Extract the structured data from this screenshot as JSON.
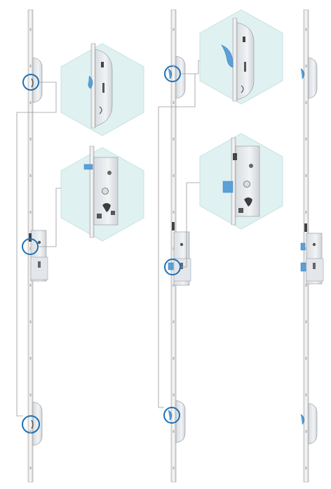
{
  "title": "",
  "colors": {
    "strip": "#f3f3f3",
    "strip_edge": "#a9a9a9",
    "lock_body": "#e9ebee",
    "lock_edge": "#8f9499",
    "hex_fill": "#dff1f1",
    "hex_edge": "#c8e1e1",
    "highlight_circle": "#1f6fb4",
    "blue_part": "#5ba0d6",
    "connector": "#9a9a9a"
  },
  "columns": [
    {
      "name": "lock-variant-1",
      "hook_type": "hook",
      "callouts": 3
    },
    {
      "name": "lock-variant-2",
      "hook_type": "hook-and-bolt",
      "callouts": 3
    },
    {
      "name": "lock-variant-3",
      "hook_type": "plain",
      "callouts": 0
    }
  ],
  "icons": [
    "hook-latch-icon",
    "deadbolt-icon",
    "keeper-icon"
  ]
}
